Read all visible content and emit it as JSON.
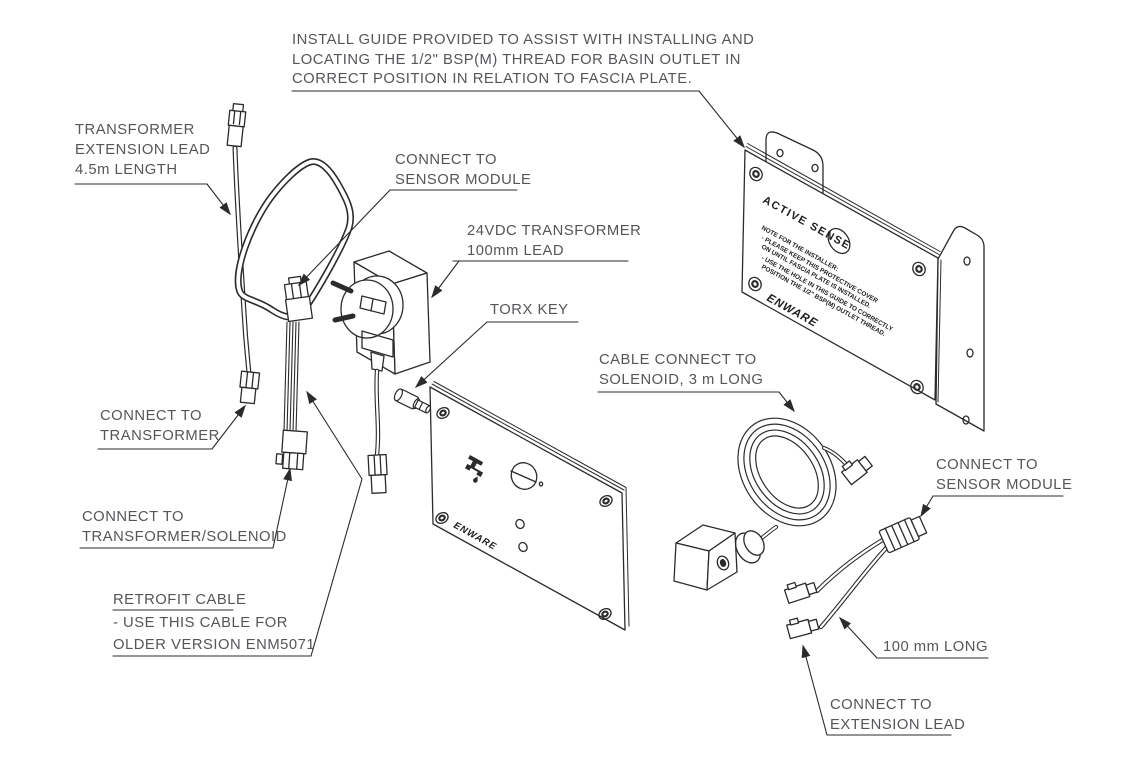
{
  "colors": {
    "line": "#2b2b2b",
    "text": "#55565a",
    "background": "#ffffff"
  },
  "labels": {
    "note_l1": "INSTALL GUIDE PROVIDED TO ASSIST WITH INSTALLING AND",
    "note_l2": "LOCATING THE 1/2\" BSP(M) THREAD FOR BASIN OUTLET IN",
    "note_l3": "CORRECT POSITION IN RELATION TO FASCIA PLATE.",
    "ext_lead_l1": "TRANSFORMER",
    "ext_lead_l2": "EXTENSION LEAD",
    "ext_lead_l3": "4.5m LENGTH",
    "sensor_left_l1": "CONNECT TO",
    "sensor_left_l2": "SENSOR MODULE",
    "t24_l1": "24VDC TRANSFORMER",
    "t24_l2": "100mm LEAD",
    "torx": "TORX KEY",
    "sol_l1": "CABLE CONNECT TO",
    "sol_l2": "SOLENOID, 3 m LONG",
    "sensor_right_l1": "CONNECT TO",
    "sensor_right_l2": "SENSOR MODULE",
    "len100": "100 mm LONG",
    "ext_conn_l1": "CONNECT TO",
    "ext_conn_l2": "EXTENSION LEAD",
    "conn_tr_l1": "CONNECT TO",
    "conn_tr_l2": "TRANSFORMER",
    "conn_ts_l1": "CONNECT TO",
    "conn_ts_l2": "TRANSFORMER/SOLENOID",
    "retrofit_l1": "RETROFIT CABLE",
    "retrofit_l2": "- USE THIS CABLE FOR",
    "retrofit_l3": "OLDER VERSION ENM5071"
  },
  "guide_plate": {
    "title": "ACTIVE SENSE",
    "note": "NOTE FOR THE INSTALLER:",
    "b1a": "- PLEASE KEEP THIS PROTECTIVE COVER",
    "b1b": "ON UNTIL FASCIA PLATE IS INSTALLED.",
    "b2a": "- USE THE HOLE IN THIS GUIDE TO CORRECTLY",
    "b2b": "POSITION THE 1/2\" BSP(M) OUTLET THREAD.",
    "brand": "ENWARE"
  },
  "fascia_plate": {
    "brand": "ENWARE"
  }
}
